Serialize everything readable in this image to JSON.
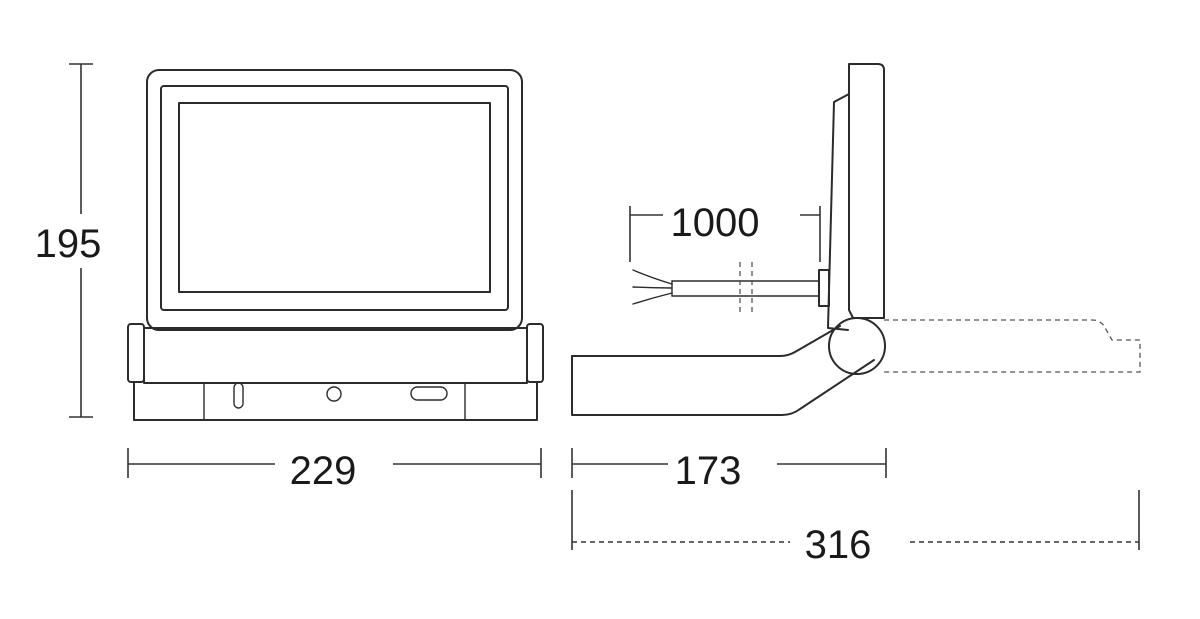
{
  "dimensions": {
    "height": "195",
    "front_width": "229",
    "side_depth": "173",
    "cable_length": "1000",
    "total_depth": "316"
  },
  "colors": {
    "line": "#2b2b2b",
    "background": "#ffffff"
  }
}
